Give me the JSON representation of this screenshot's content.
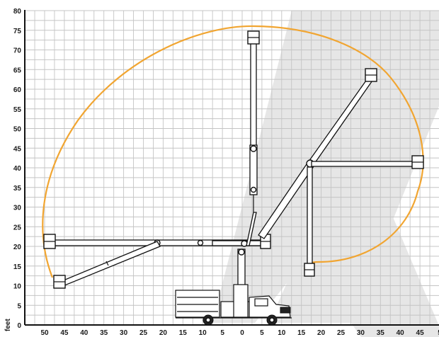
{
  "axes": {
    "unit_label": "feet",
    "x_ticks": [
      "50",
      "45",
      "40",
      "35",
      "30",
      "25",
      "20",
      "15",
      "10",
      "5",
      "0",
      "5",
      "10",
      "15",
      "20",
      "25",
      "30",
      "35",
      "40",
      "45",
      "5"
    ],
    "y_ticks": [
      "80",
      "75",
      "70",
      "65",
      "60",
      "55",
      "50",
      "45",
      "40",
      "35",
      "30",
      "25",
      "20",
      "15",
      "10",
      "5",
      "0"
    ]
  },
  "colors": {
    "envelope": "#f1a531",
    "grid": "#c4c4c4",
    "watermark": "#e4e4e4",
    "ink": "#111111"
  },
  "icons": {
    "truck": "utility-truck-icon",
    "bucket": "bucket-platform-icon"
  }
}
